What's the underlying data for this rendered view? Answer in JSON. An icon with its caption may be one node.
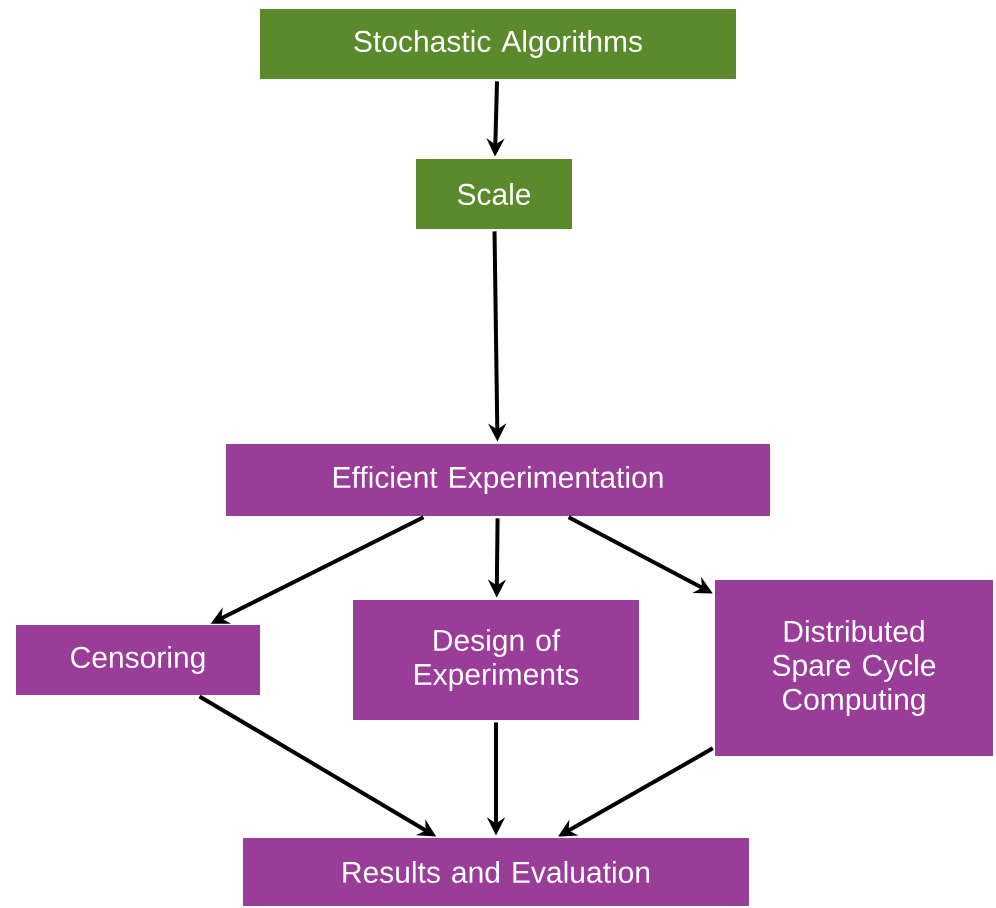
{
  "diagram": {
    "nodes": [
      {
        "text": [
          "Stochastic Algorithms"
        ]
      },
      {
        "text": [
          "Scale"
        ]
      },
      {
        "text": [
          "Efficient Experimentation"
        ]
      },
      {
        "text": [
          "Censoring"
        ]
      },
      {
        "text": [
          "Design of Experiments"
        ]
      },
      {
        "text": [
          "Distributed Spare Cycle Computing"
        ]
      },
      {
        "text": [
          "Results and Evaluation"
        ]
      }
    ],
    "edges": [
      {
        "from": 0,
        "to": 1,
        "arrow": "to"
      },
      {
        "from": 1,
        "to": 2,
        "arrow": "to"
      },
      {
        "from": 2,
        "to": 3,
        "arrow": "to"
      },
      {
        "from": 2,
        "to": 4,
        "arrow": "to"
      },
      {
        "from": 2,
        "to": 5,
        "arrow": "to"
      },
      {
        "from": 3,
        "to": 6,
        "arrow": "to"
      },
      {
        "from": 4,
        "to": 6,
        "arrow": "to"
      },
      {
        "from": 5,
        "to": 6,
        "arrow": "to"
      }
    ]
  }
}
